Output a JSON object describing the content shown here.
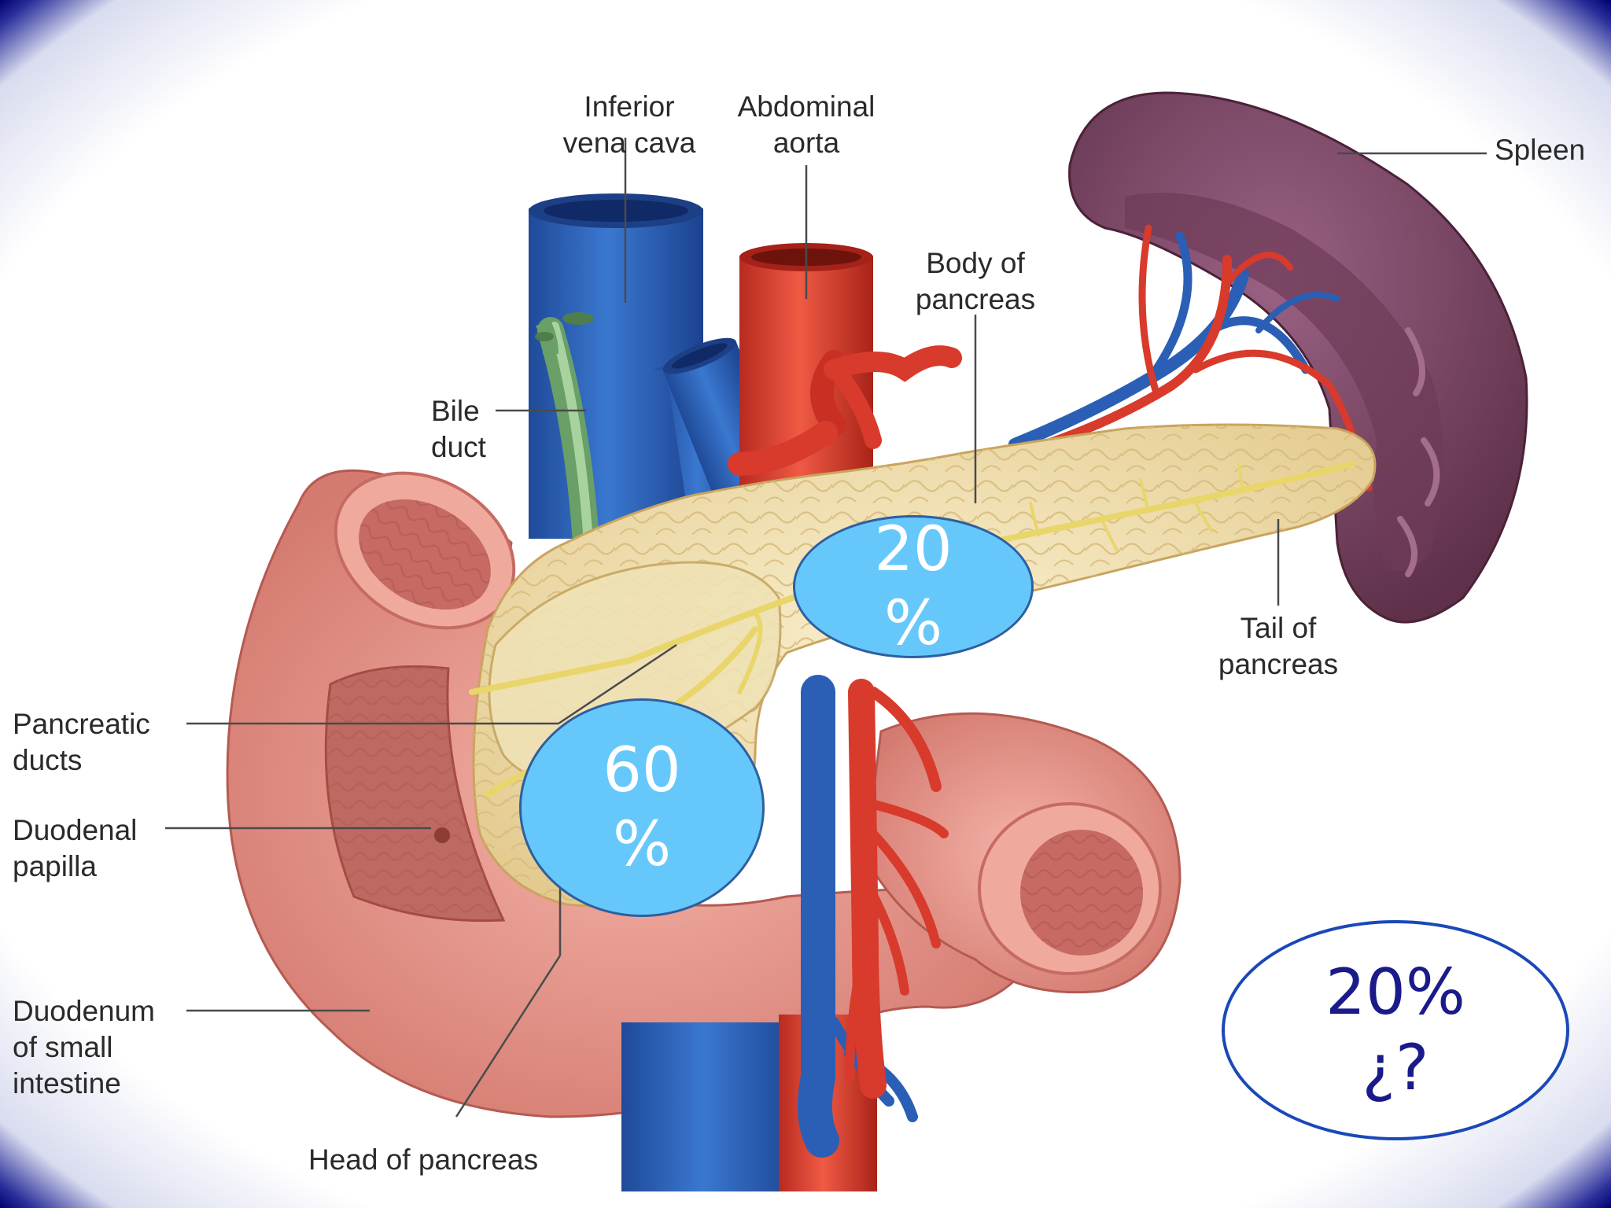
{
  "labels": {
    "ivc": [
      "Inferior",
      "vena cava"
    ],
    "aorta": [
      "Abdominal",
      "aorta"
    ],
    "spleen": [
      "Spleen"
    ],
    "body": [
      "Body of",
      "pancreas"
    ],
    "bile": [
      "Bile",
      "duct"
    ],
    "tail": [
      "Tail of",
      "pancreas"
    ],
    "ducts": [
      "Pancreatic",
      "ducts"
    ],
    "papilla": [
      "Duodenal",
      "papilla"
    ],
    "duodenum": [
      "Duodenum",
      "of small",
      "intestine"
    ],
    "head": [
      "Head of pancreas"
    ]
  },
  "bubbles": {
    "body": [
      "20",
      "%"
    ],
    "head": [
      "60",
      "%"
    ],
    "tail": [
      "20%",
      "¿?"
    ]
  },
  "colors": {
    "vein": "#2a5fb5",
    "artery": "#d83a2c",
    "pancreas": "#f1dfae",
    "duodenum": "#e8958c",
    "spleen": "#7a4563",
    "bile": "#7fb07a",
    "bubble": "#66c8fa",
    "border": "#000070"
  }
}
